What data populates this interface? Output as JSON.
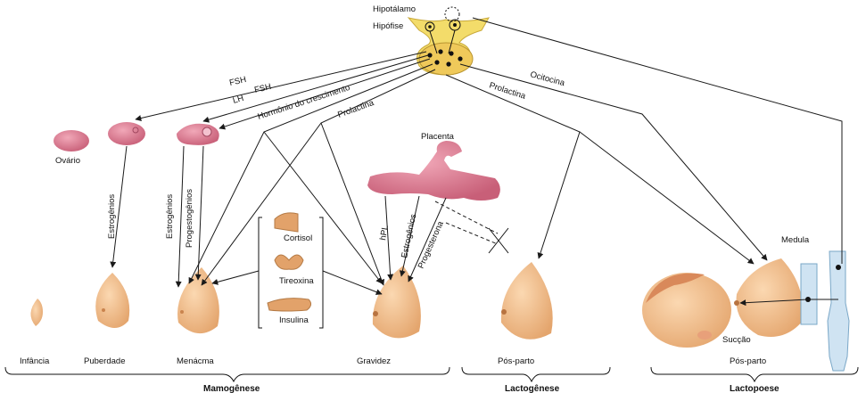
{
  "top": {
    "hypothalamus": "Hipotálamo",
    "pituitary": "Hipófise"
  },
  "hormones": {
    "fsh1": "FSH",
    "fsh2": "FSH",
    "lh": "LH",
    "growth": "Hormônio do crescimento",
    "prolactin1": "Prolactina",
    "prolactin2": "Prolactina",
    "oxytocin": "Ocitocina"
  },
  "ovary": "Ovário",
  "placenta": "Placenta",
  "vertical_labels": {
    "estrogens_puberty": "Estrogênios",
    "estrogens_menarche": "Estrogênios",
    "progestogens_menarche": "Progestogênios",
    "hpl": "hPL",
    "estrogens_placenta": "Estrogênios",
    "progesterone_placenta": "Progesterona"
  },
  "glands": {
    "cortisol": "Cortisol",
    "thyroxine": "Tireoxina",
    "insulin": "Insulina"
  },
  "neural": {
    "medulla": "Medula",
    "suction": "Sucção"
  },
  "stages": [
    "Infância",
    "Puberdade",
    "Menácma",
    "Gravidez",
    "Pós-parto",
    "Pós-parto"
  ],
  "phases": [
    "Mamogênese",
    "Lactogênese",
    "Lactopoese"
  ],
  "colors": {
    "skin": "#f3c08e",
    "skin_dark": "#e2a36c",
    "ovary": "#d9768b",
    "placenta": "#e28aa8",
    "gland": "#e2a26a",
    "spine": "#cfe3f2"
  }
}
